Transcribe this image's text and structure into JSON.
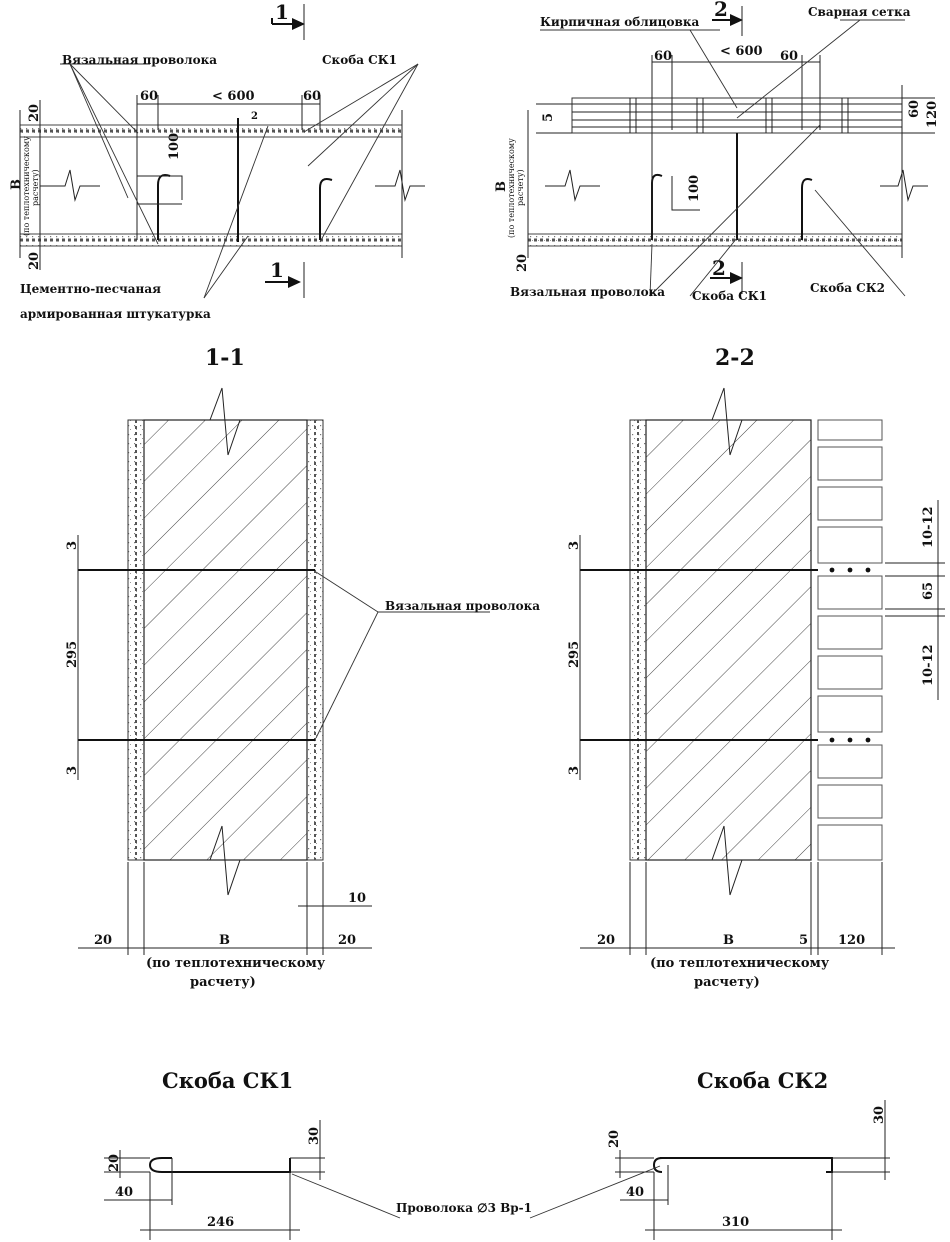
{
  "plan1": {
    "wire": "Вязальная проволока",
    "bracket": "Скоба СК1",
    "plaster_1": "Цементно-песчаная",
    "plaster_2": "армированная штукатурка",
    "section_num": "1",
    "dim_60_left": "60",
    "dim_600": "< 600",
    "dim_60_right": "60",
    "dim_2": "2",
    "dim_100": "100",
    "dim_20_top": "20",
    "dim_20_bottom": "20",
    "b_letter": "В",
    "b_sub_1": "(по теплотехническому",
    "b_sub_2": "расчету)"
  },
  "plan2": {
    "facing": "Кирпичная облицовка",
    "mesh": "Сварная сетка",
    "wire": "Вязальная проволока",
    "bracket1": "Скоба СК1",
    "bracket2": "Скоба СК2",
    "section_num": "2",
    "dim_60_left": "60",
    "dim_600": "< 600",
    "dim_60_right": "60",
    "dim_5": "5",
    "dim_60_side": "60",
    "dim_120_side": "120",
    "dim_100": "100",
    "dim_20_bottom": "20",
    "b_letter": "В",
    "b_sub_1": "(по теплотехническому",
    "b_sub_2": "расчету)"
  },
  "sec1": {
    "title": "1-1",
    "wire": "Вязальная проволока",
    "dim_3_top": "3",
    "dim_295": "295",
    "dim_3_bottom": "3",
    "dim_10": "10",
    "dim_20_left": "20",
    "dim_b": "В",
    "dim_20_right": "20",
    "note_1": "(по теплотехническому",
    "note_2": "расчету)"
  },
  "sec2": {
    "title": "2-2",
    "dim_3_top": "3",
    "dim_295": "295",
    "dim_3_bottom": "3",
    "dim_1012_top": "10-12",
    "dim_65": "65",
    "dim_1012_bottom": "10-12",
    "dim_20_left": "20",
    "dim_b": "В",
    "dim_5": "5",
    "dim_120": "120",
    "note_1": "(по теплотехническому",
    "note_2": "расчету)"
  },
  "sk1": {
    "title": "Скоба СК1",
    "dim_20": "20",
    "dim_40": "40",
    "dim_246": "246",
    "dim_30": "30"
  },
  "sk2": {
    "title": "Скоба СК2",
    "dim_20": "20",
    "dim_40": "40",
    "dim_310": "310",
    "dim_30": "30"
  },
  "wire_note": "Проволока ∅3 Вр-1"
}
